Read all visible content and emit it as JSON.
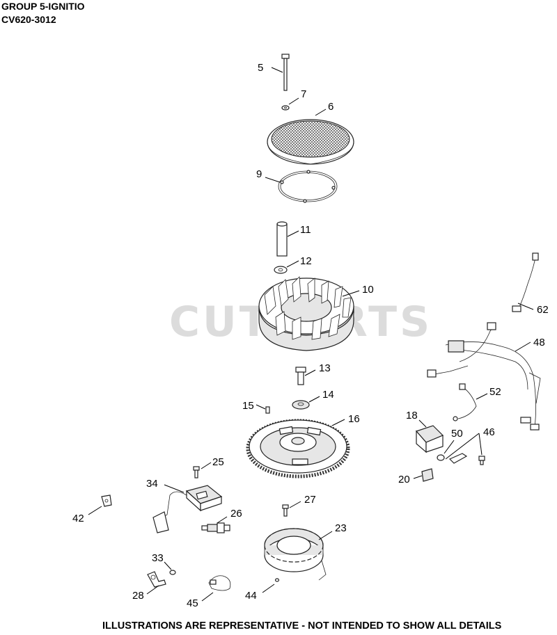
{
  "header": {
    "group": "GROUP 5-IGNITIO",
    "model": "CV620-3012"
  },
  "watermark": "CUTPARTS",
  "footer": "ILLUSTRATIONS ARE REPRESENTATIVE - NOT INTENDED TO SHOW ALL DETAILS",
  "callouts": {
    "c5": "5",
    "c6": "6",
    "c7": "7",
    "c9": "9",
    "c10": "10",
    "c11": "11",
    "c12": "12",
    "c13": "13",
    "c14": "14",
    "c15": "15",
    "c16": "16",
    "c18": "18",
    "c20": "20",
    "c23": "23",
    "c25": "25",
    "c26": "26",
    "c27": "27",
    "c28": "28",
    "c33": "33",
    "c34": "34",
    "c42": "42",
    "c44": "44",
    "c45": "45",
    "c46": "46",
    "c48": "48",
    "c50": "50",
    "c52": "52",
    "c62": "62"
  }
}
